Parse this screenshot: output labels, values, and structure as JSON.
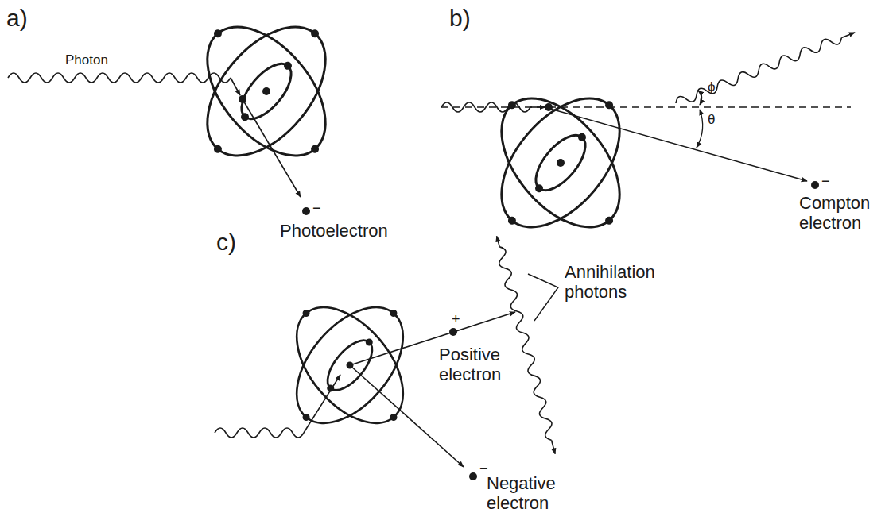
{
  "diagram": {
    "labels": [
      "a)",
      "b)",
      "c)",
      "Photon",
      "−",
      "Photoelectron",
      "ϕ",
      "θ",
      "−",
      "Compton electron",
      "Annihilation photons",
      "Positive electron",
      "+",
      "Negative electron",
      "−"
    ]
  }
}
